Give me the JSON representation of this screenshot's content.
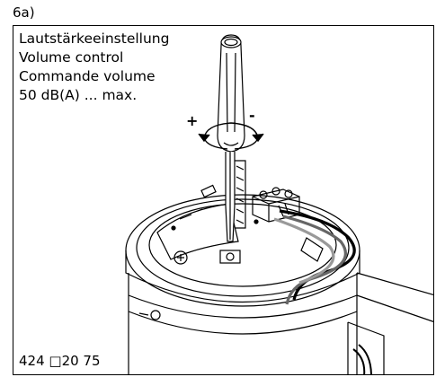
{
  "figure_label": "6a)",
  "caption": {
    "line1": "Lautstärkeeinstellung",
    "line2": "Volume control",
    "line3": "Commande volume",
    "line4": "50 dB(A) ... max."
  },
  "rotation": {
    "plus": "+",
    "minus": "-"
  },
  "part_number": "424 □20 75",
  "icons": [
    "screwdriver-icon",
    "rotation-arrow-icon"
  ]
}
